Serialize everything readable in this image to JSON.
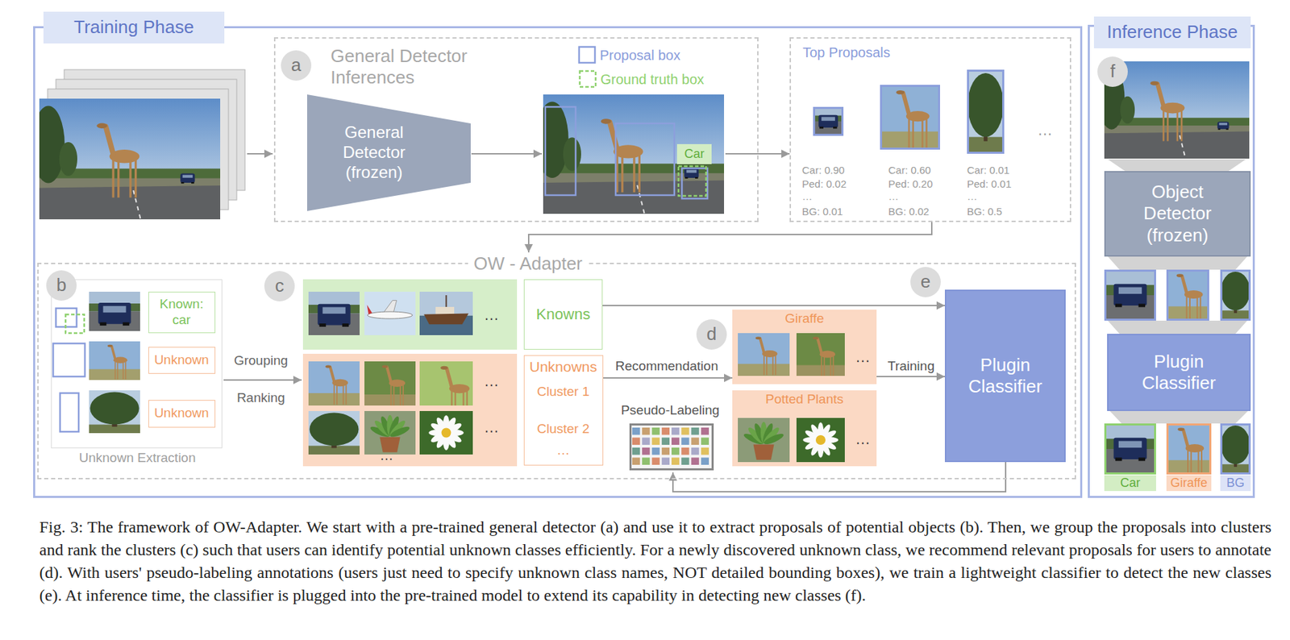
{
  "diagram": {
    "caption": "Fig. 3: The framework of OW-Adapter. We start with a pre-trained general detector (a) and use it to extract proposals of potential objects (b). Then, we group the proposals into clusters and rank the clusters (c) such that users can identify potential unknown classes efficiently. For a newly discovered unknown class, we recommend relevant proposals for users to annotate (d). With users' pseudo-labeling annotations (users just need to specify unknown class names, NOT detailed bounding boxes), we train a lightweight classifier to detect the new classes (e). At inference time, the classifier is plugged into the pre-trained model to extend its capability in detecting new classes (f).",
    "nodes": [
      {
        "text": [
          "Training Phase"
        ]
      },
      {
        "text": [
          "General Detector Inferences"
        ],
        "in": 0
      },
      {
        "text": [
          "a"
        ],
        "in": 1
      },
      {
        "text": [
          "General Detector (frozen)"
        ],
        "in": 1
      },
      {
        "text": [
          "Car"
        ],
        "in": 1
      },
      {
        "text": [
          "Top Proposals"
        ],
        "in": 0
      },
      {
        "text": [
          "OW - Adapter"
        ],
        "in": 0
      },
      {
        "text": [
          "Unknown Extraction"
        ],
        "in": 6
      },
      {
        "text": [
          "b"
        ],
        "in": 6
      },
      {
        "text": [
          "Known: car"
        ],
        "in": 7
      },
      {
        "text": [
          "Unknown"
        ],
        "in": 7
      },
      {
        "text": [
          "Unknown"
        ],
        "in": 7
      },
      {
        "text": [
          "c"
        ],
        "in": 6
      },
      {
        "text": [
          "Knowns"
        ],
        "in": 6
      },
      {
        "text": [
          "Unknowns",
          "Cluster 1",
          "Cluster 2",
          "…"
        ],
        "in": 6
      },
      {
        "text": [
          "d"
        ],
        "in": 6
      },
      {
        "text": [
          "Giraffe"
        ],
        "in": 6
      },
      {
        "text": [
          "Potted Plants"
        ],
        "in": 6
      },
      {
        "text": [
          "e"
        ],
        "in": 6
      },
      {
        "text": [
          "Plugin Classifier"
        ],
        "in": 6
      },
      {
        "text": [
          "Inference Phase"
        ]
      },
      {
        "text": [
          "f"
        ],
        "in": 20
      },
      {
        "text": [
          "Object Detector (frozen)"
        ],
        "in": 20
      },
      {
        "text": [
          "Plugin Classifier"
        ],
        "in": 20
      },
      {
        "text": [
          "Car"
        ],
        "in": 20
      },
      {
        "text": [
          "Giraffe"
        ],
        "in": 20
      },
      {
        "text": [
          "BG"
        ],
        "in": 20
      }
    ],
    "edges": [
      {
        "from": 1,
        "to": 5,
        "arrow": "to"
      },
      {
        "from": 5,
        "to": 6,
        "arrow": "to"
      },
      {
        "from": 13,
        "to": 19,
        "arrow": "to"
      },
      {
        "from": 14,
        "to": 16,
        "label": "Recommendation",
        "arrow": "to"
      },
      {
        "from": 16,
        "to": 19,
        "label": "Training",
        "arrow": "to"
      }
    ],
    "labels": [
      "Car: 0.90",
      "Ped: 0.02",
      "…",
      "BG: 0.01",
      "Car: 0.60",
      "Ped: 0.20",
      "…",
      "BG: 0.02",
      "Car: 0.01",
      "Ped: 0.01",
      "…",
      "BG: 0.5",
      "…",
      "Grouping",
      "Ranking",
      "…",
      "…",
      "…",
      "…",
      "Pseudo-Labeling",
      "…",
      "…"
    ],
    "legend": [
      {
        "text": "Proposal box"
      },
      {
        "text": "Ground truth box"
      }
    ]
  }
}
